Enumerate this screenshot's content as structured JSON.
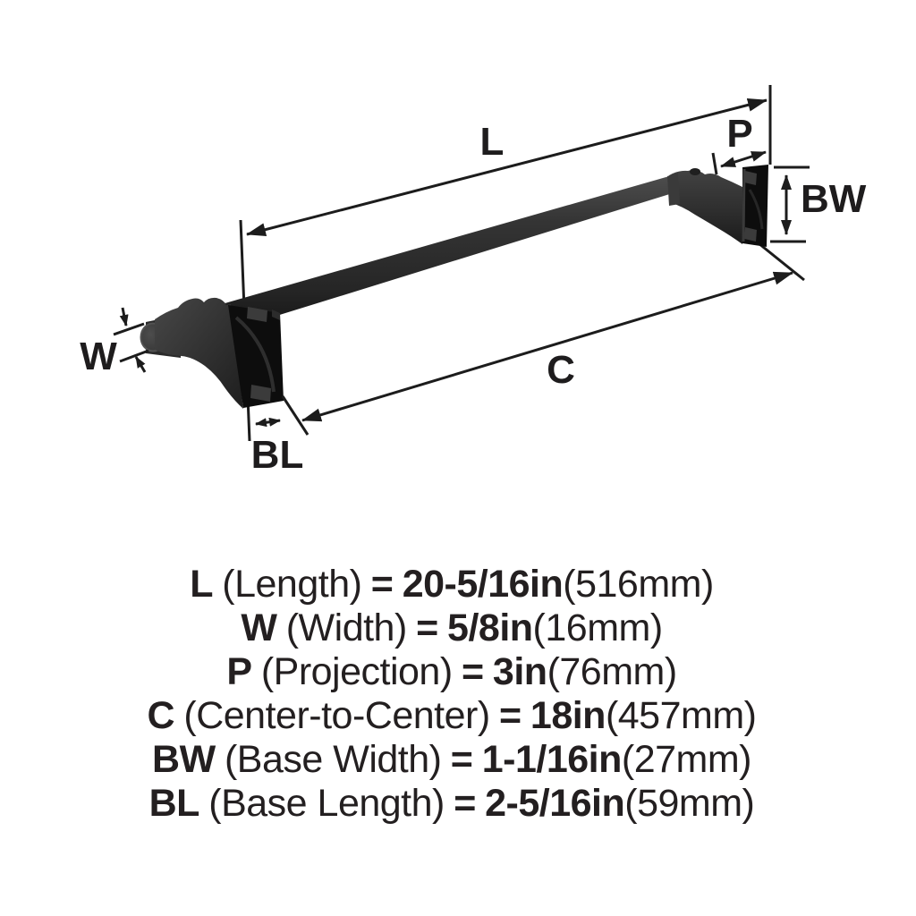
{
  "diagram": {
    "description": "towel bar dimension diagram",
    "dim_labels": {
      "L": "L",
      "P": "P",
      "BW": "BW",
      "W": "W",
      "C": "C",
      "BL": "BL"
    },
    "colors": {
      "background": "#ffffff",
      "line": "#1c1c1c",
      "text": "#231f20",
      "product_plate": "#0d0d0d",
      "product_arm": "#333333",
      "product_bar_highlight": "#4e4e4e",
      "product_tab": "#3b3b3b"
    }
  },
  "specs": [
    {
      "code": "L",
      "name": "(Length)",
      "eq": "=",
      "value": "20-5/16in",
      "metric": "(516mm)"
    },
    {
      "code": "W",
      "name": "(Width)",
      "eq": "=",
      "value": "5/8in",
      "metric": "(16mm)"
    },
    {
      "code": "P",
      "name": "(Projection)",
      "eq": "=",
      "value": "3in",
      "metric": "(76mm)"
    },
    {
      "code": "C",
      "name": "(Center-to-Center)",
      "eq": "=",
      "value": "18in",
      "metric": "(457mm)"
    },
    {
      "code": "BW",
      "name": "(Base Width)",
      "eq": "=",
      "value": "1-1/16in",
      "metric": "(27mm)"
    },
    {
      "code": "BL",
      "name": "(Base Length)",
      "eq": "=",
      "value": "2-5/16in",
      "metric": "(59mm)"
    }
  ]
}
